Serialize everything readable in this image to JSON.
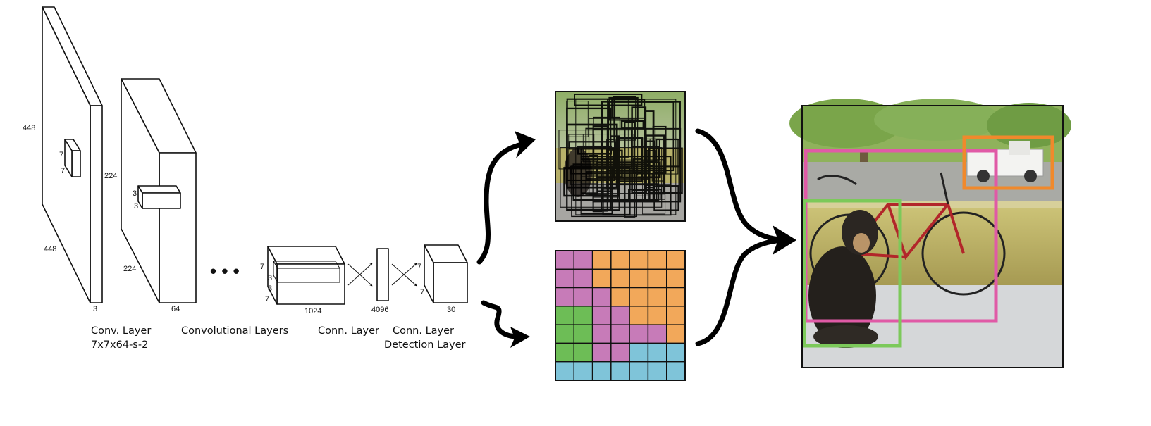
{
  "network": {
    "input_layer": {
      "height_label": "448",
      "width_label": "448",
      "depth_label": "3",
      "kernel_h": "7",
      "kernel_w": "7"
    },
    "layer2": {
      "height_label": "224",
      "width_label": "224",
      "depth_label": "64",
      "kernel_h": "3",
      "kernel_w": "3"
    },
    "ellipsis": "• • •",
    "layer3": {
      "dim_a": "7",
      "dim_b": "3",
      "dim_c": "3",
      "dim_d": "7",
      "depth_label": "1024"
    },
    "fc_label": "4096",
    "output": {
      "dim_label": "7",
      "dim_label2": "7",
      "depth_label": "30"
    }
  },
  "captions": {
    "conv_layer_line1": "Conv. Layer",
    "conv_layer_line2": "7x7x64-s-2",
    "convolutional_layers": "Convolutional Layers",
    "conn_layer": "Conn. Layer",
    "conn_layer2_line1": "Conn. Layer",
    "conn_layer2_line2": "Detection Layer"
  },
  "grid": {
    "rows": 7,
    "cols": 7,
    "cells": [
      [
        "pink",
        "pink",
        "orange",
        "orange",
        "orange",
        "orange",
        "orange"
      ],
      [
        "pink",
        "pink",
        "orange",
        "orange",
        "orange",
        "orange",
        "orange"
      ],
      [
        "pink",
        "pink",
        "pink",
        "orange",
        "orange",
        "orange",
        "orange"
      ],
      [
        "green",
        "green",
        "pink",
        "pink",
        "orange",
        "orange",
        "orange"
      ],
      [
        "green",
        "green",
        "pink",
        "pink",
        "pink",
        "pink",
        "orange"
      ],
      [
        "green",
        "green",
        "pink",
        "pink",
        "blue",
        "blue",
        "blue"
      ],
      [
        "blue",
        "blue",
        "blue",
        "blue",
        "blue",
        "blue",
        "blue"
      ]
    ],
    "colors": {
      "pink": "#c77bb8",
      "orange": "#f2a85a",
      "green": "#6dbd56",
      "blue": "#7fc4d9"
    }
  },
  "detections": {
    "box_colors": {
      "bicycle": "#e05aa6",
      "car": "#f0892c",
      "dog": "#7cc95a"
    }
  }
}
